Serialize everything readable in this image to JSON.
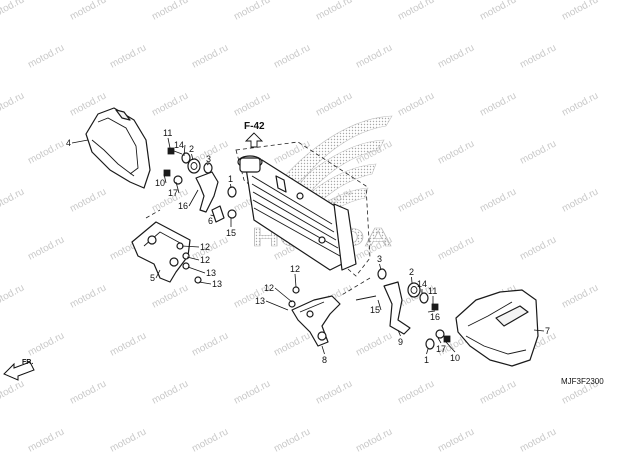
{
  "diagram": {
    "watermark_text": "motod.ru",
    "logo_text": "HONDA",
    "ref_label": "F-42",
    "direction_label": "FR.",
    "diagram_code": "MJF3F2300",
    "callouts": {
      "n1": "1",
      "n2": "2",
      "n3": "3",
      "n4": "4",
      "n5": "5",
      "n6": "6",
      "n7": "7",
      "n8": "8",
      "n9": "9",
      "n10": "10",
      "n11": "11",
      "n12": "12",
      "n13": "13",
      "n14": "14",
      "n15": "15",
      "n16": "16",
      "n17": "17"
    }
  }
}
